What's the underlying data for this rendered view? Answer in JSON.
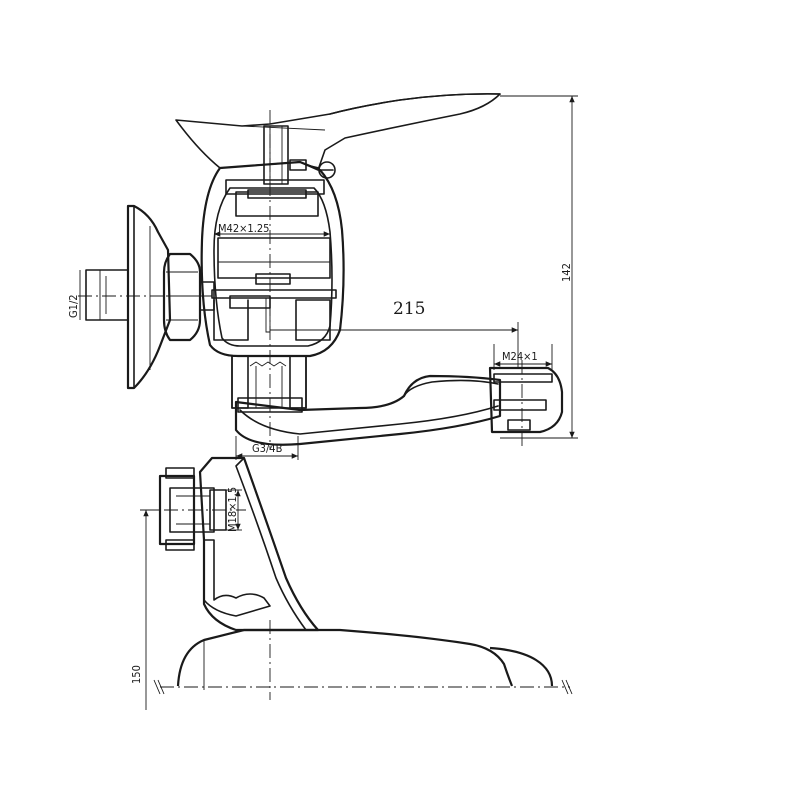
{
  "dimensions": {
    "spout_length": "215",
    "height": "142",
    "mount_height": "150",
    "body_thread": "M42×1.25",
    "aerator_thread": "M24×1",
    "outlet_thread": "G3/4B",
    "inlet_thread": "G1/2",
    "side_thread": "M18×1.5"
  }
}
